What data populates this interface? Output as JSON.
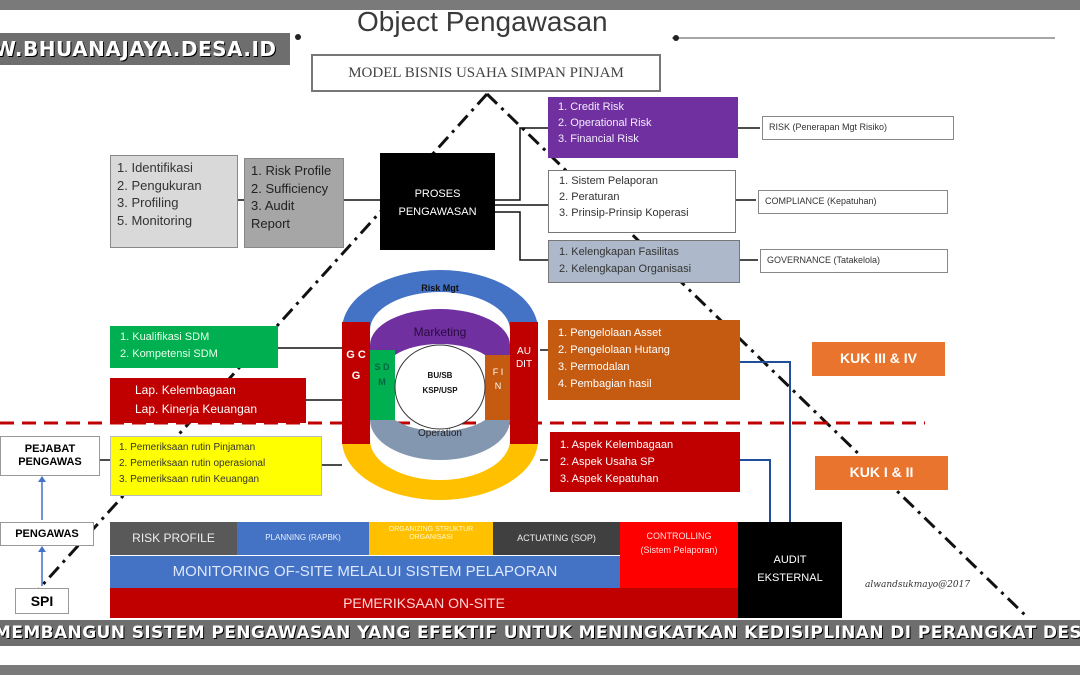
{
  "site_banner": "W.BHUANAJAYA.DESA.ID",
  "caption": "MEMBANGUN SISTEM PENGAWASAN YANG EFEKTIF UNTUK MENINGKATKAN KEDISIPLINAN DI PERANGKAT DESA",
  "title": "Object Pengawasan",
  "model_box": "MODEL BISNIS USAHA SIMPAN PINJAM",
  "identifikasi": [
    "1.  Identifikasi",
    "2.  Pengukuran",
    "3.  Profiling",
    "5.  Monitoring"
  ],
  "risk_profile_list": [
    "1.    Risk Profile",
    "2.    Sufficiency",
    "3.    Audit",
    "       Report"
  ],
  "proses": [
    "PROSES",
    "PENGAWASAN"
  ],
  "risk_list": [
    "1.     Credit Risk",
    "2.     Operational Risk",
    "3.     Financial Risk"
  ],
  "risk_tag": "RISK (Penerapan Mgt Risiko)",
  "compliance_list": [
    "1.  Sistem Pelaporan",
    "2.  Peraturan",
    "3.  Prinsip-Prinsip Koperasi"
  ],
  "compliance_tag": "COMPLIANCE (Kepatuhan)",
  "governance_list": [
    "1. Kelengkapan Fasilitas",
    "2. Kelengkapan Organisasi"
  ],
  "governance_tag": "GOVERNANCE (Tatakelola)",
  "sdm_list": [
    "1.  Kualifikasi SDM",
    "2.  Kompetensi SDM"
  ],
  "lap_list": [
    "Lap. Kelembagaan",
    "Lap. Kinerja Keuangan"
  ],
  "pemeriksaan_list": [
    "1.  Pemeriksaan rutin Pinjaman",
    "2.  Pemeriksaan rutin operasional",
    "3.  Pemeriksaan rutin Keuangan"
  ],
  "pengelolaan_list": [
    "1.  Pengelolaan Asset",
    "2.  Pengelolaan Hutang",
    "3.  Permodalan",
    "4.  Pembagian hasil"
  ],
  "aspek_list": [
    "1.  Aspek Kelembagaan",
    "2.  Aspek Usaha SP",
    "3.  Aspek Kepatuhan"
  ],
  "kuk_upper": "KUK III & IV",
  "kuk_lower": "KUK I & II",
  "pejabat": [
    "PEJABAT",
    "PENGAWAS"
  ],
  "pengawas": "PENGAWAS",
  "spi": "SPI",
  "ring": {
    "risk_mgt": "Risk Mgt",
    "marketing": "Marketing",
    "operation": "Operation",
    "gcg": "G C G",
    "audit": "AUDIT",
    "sdm": "S D M",
    "fin": "F I N",
    "center": [
      "BU/SB",
      "KSP/USP"
    ]
  },
  "bar_row1": [
    "RISK PROFILE",
    "PLANNING (RAPBK)",
    "ORGANIZING STRUKTUR ORGANISASI",
    "ACTUATING (SOP)",
    "CONTROLLING (Sistem Pelaporan)"
  ],
  "monitoring_bar": "MONITORING OF-SITE MELALUI SISTEM PELAPORAN",
  "onsite_bar": "PEMERIKSAAN ON-SITE",
  "audit_eksternal": [
    "AUDIT",
    "EKSTERNAL"
  ],
  "signature": "alwandsukmayo@2017",
  "colors": {
    "purple": "#7030a0",
    "green": "#00b050",
    "dark_red": "#c00000",
    "yellow": "#ffff00",
    "orange": "#c55a11",
    "kuk_orange": "#e8742d",
    "blue_band": "#4472c4",
    "grey_box": "#bfbfbf",
    "black_box": "#000000",
    "light_blue": "#adb9ca"
  }
}
